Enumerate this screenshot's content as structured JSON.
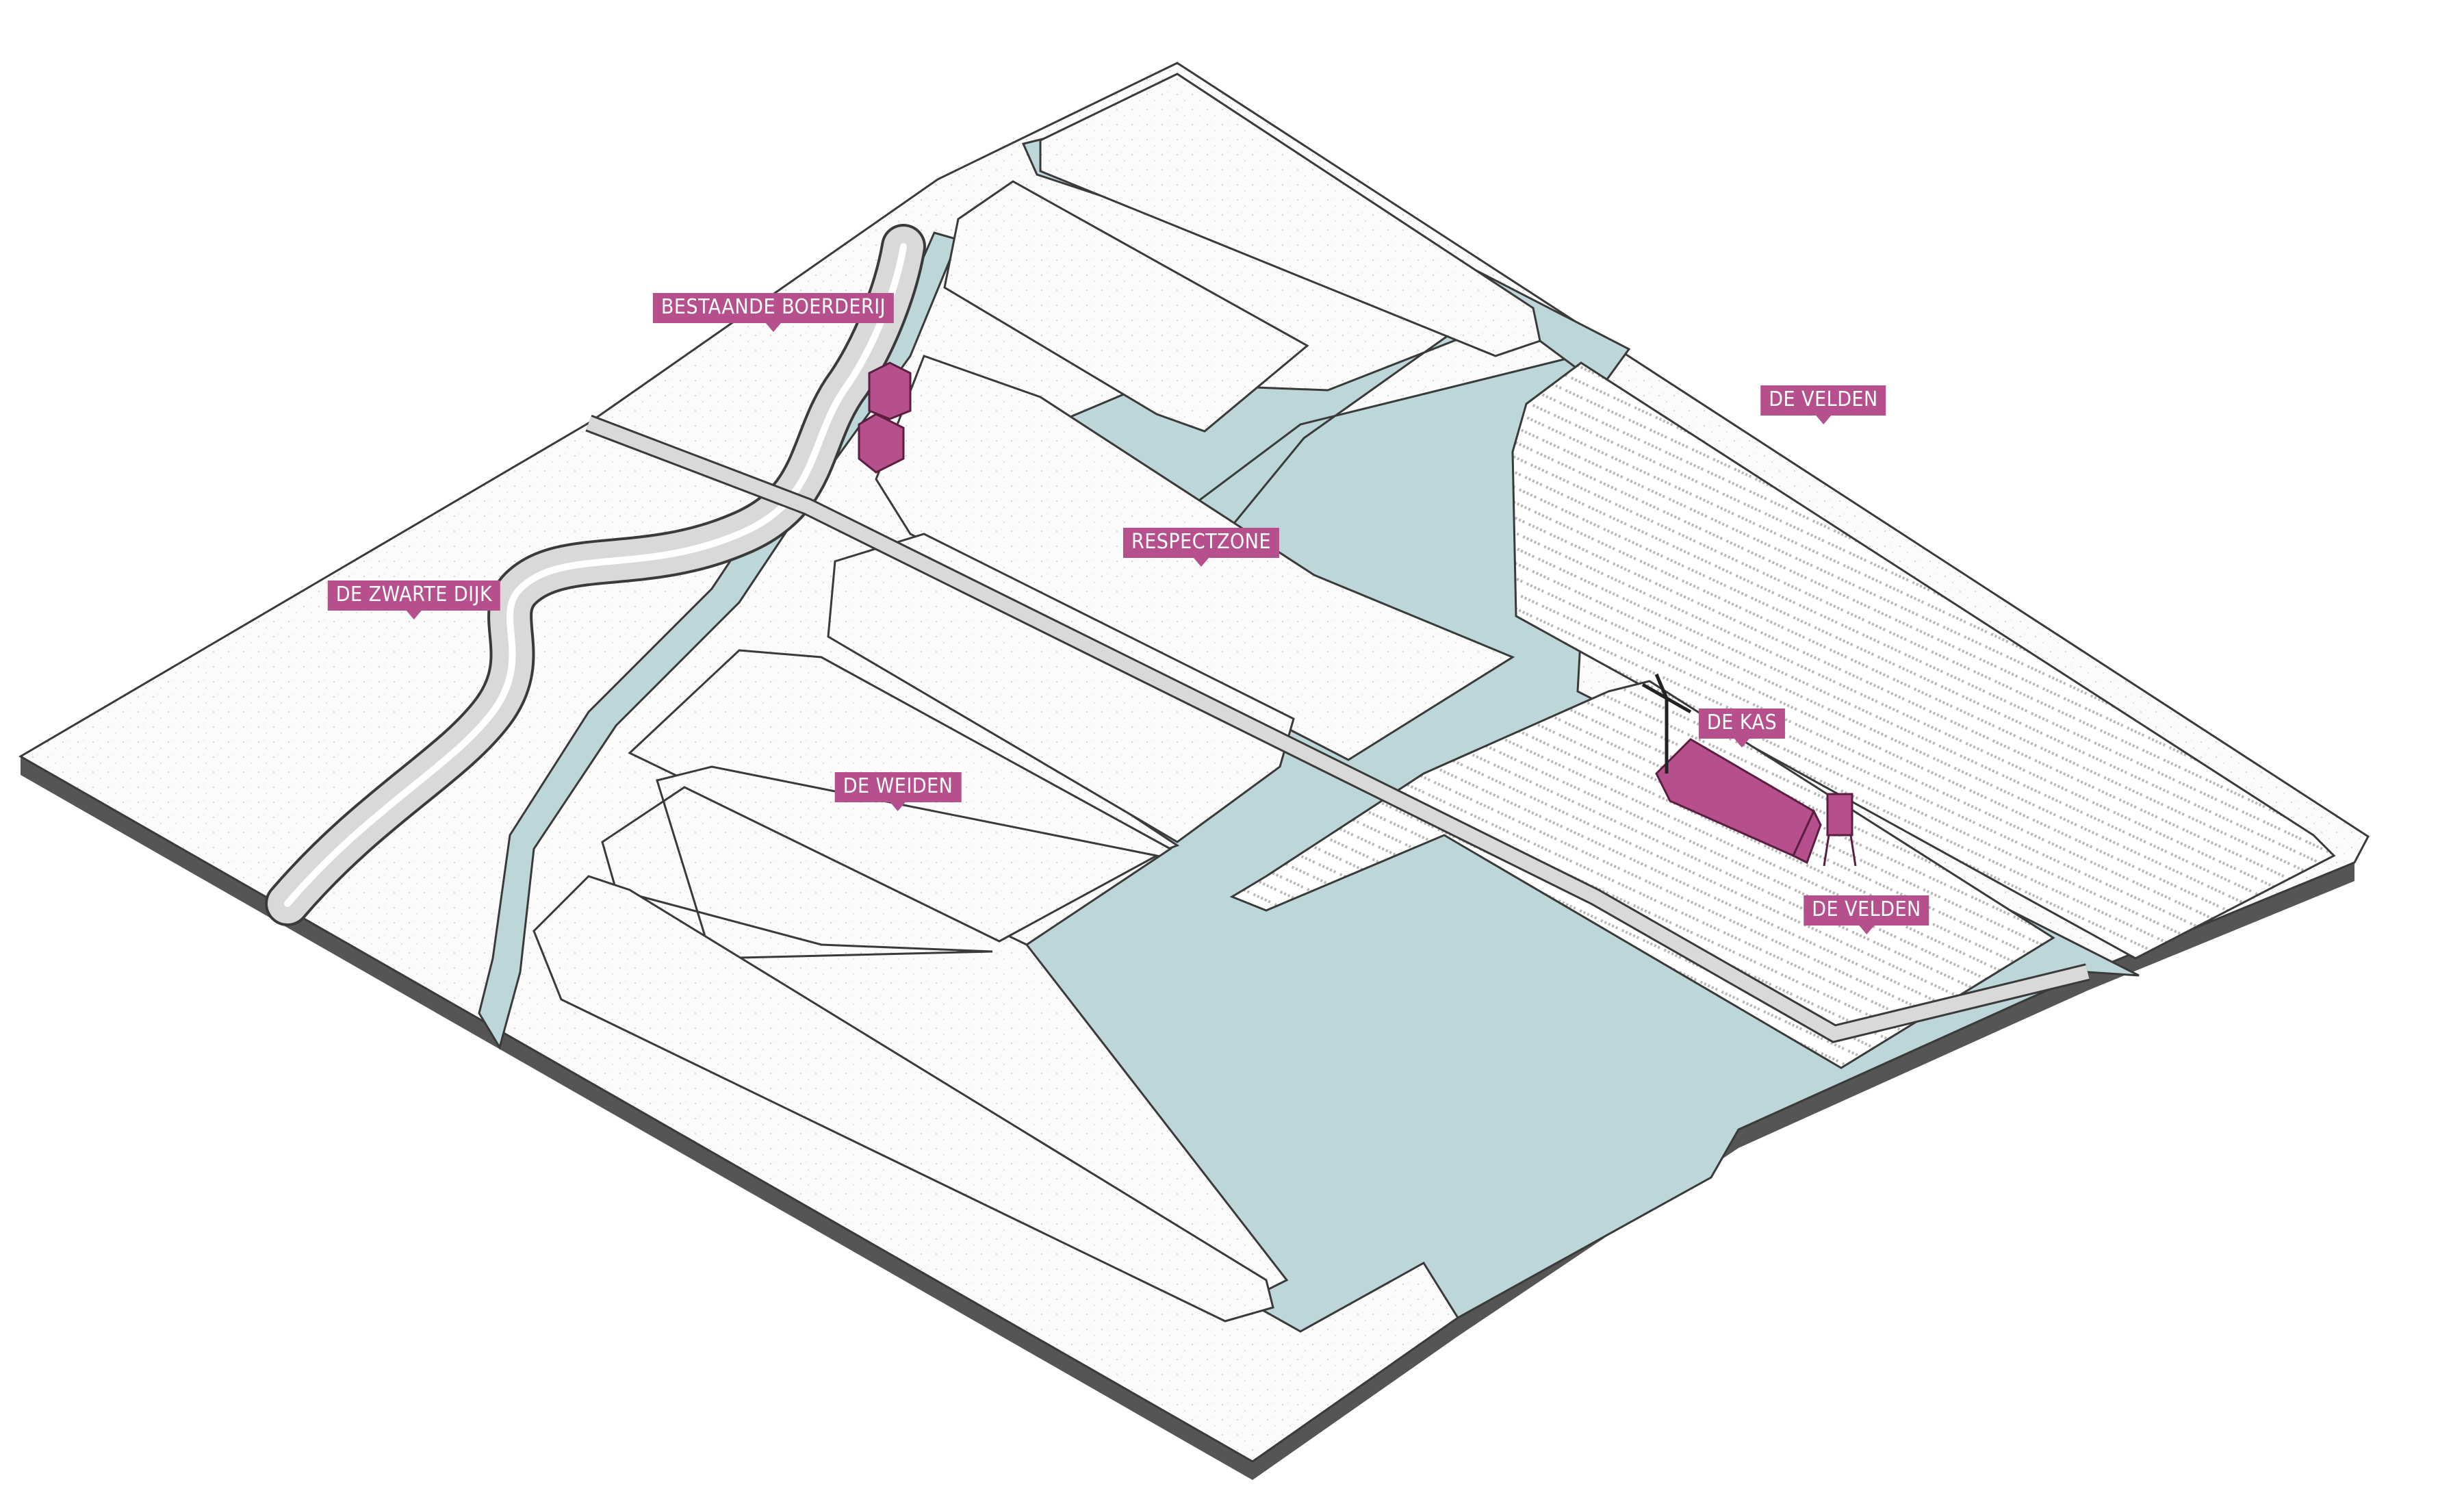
{
  "labels": {
    "velden_north": "DE VELDEN",
    "boerderij": "BESTAANDE BOERDERIJ",
    "respectzone": "RESPECTZONE",
    "zwarte_dijk": "DE ZWARTE DIJK",
    "kas": "DE KAS",
    "weiden": "DE WEIDEN",
    "velden_south": "DE VELDEN"
  },
  "colors": {
    "accent": "#b5508c",
    "water": "#bcd6da",
    "land": "#fbfbfb",
    "road": "#d9d9d9",
    "outline": "#3a3a3a"
  }
}
